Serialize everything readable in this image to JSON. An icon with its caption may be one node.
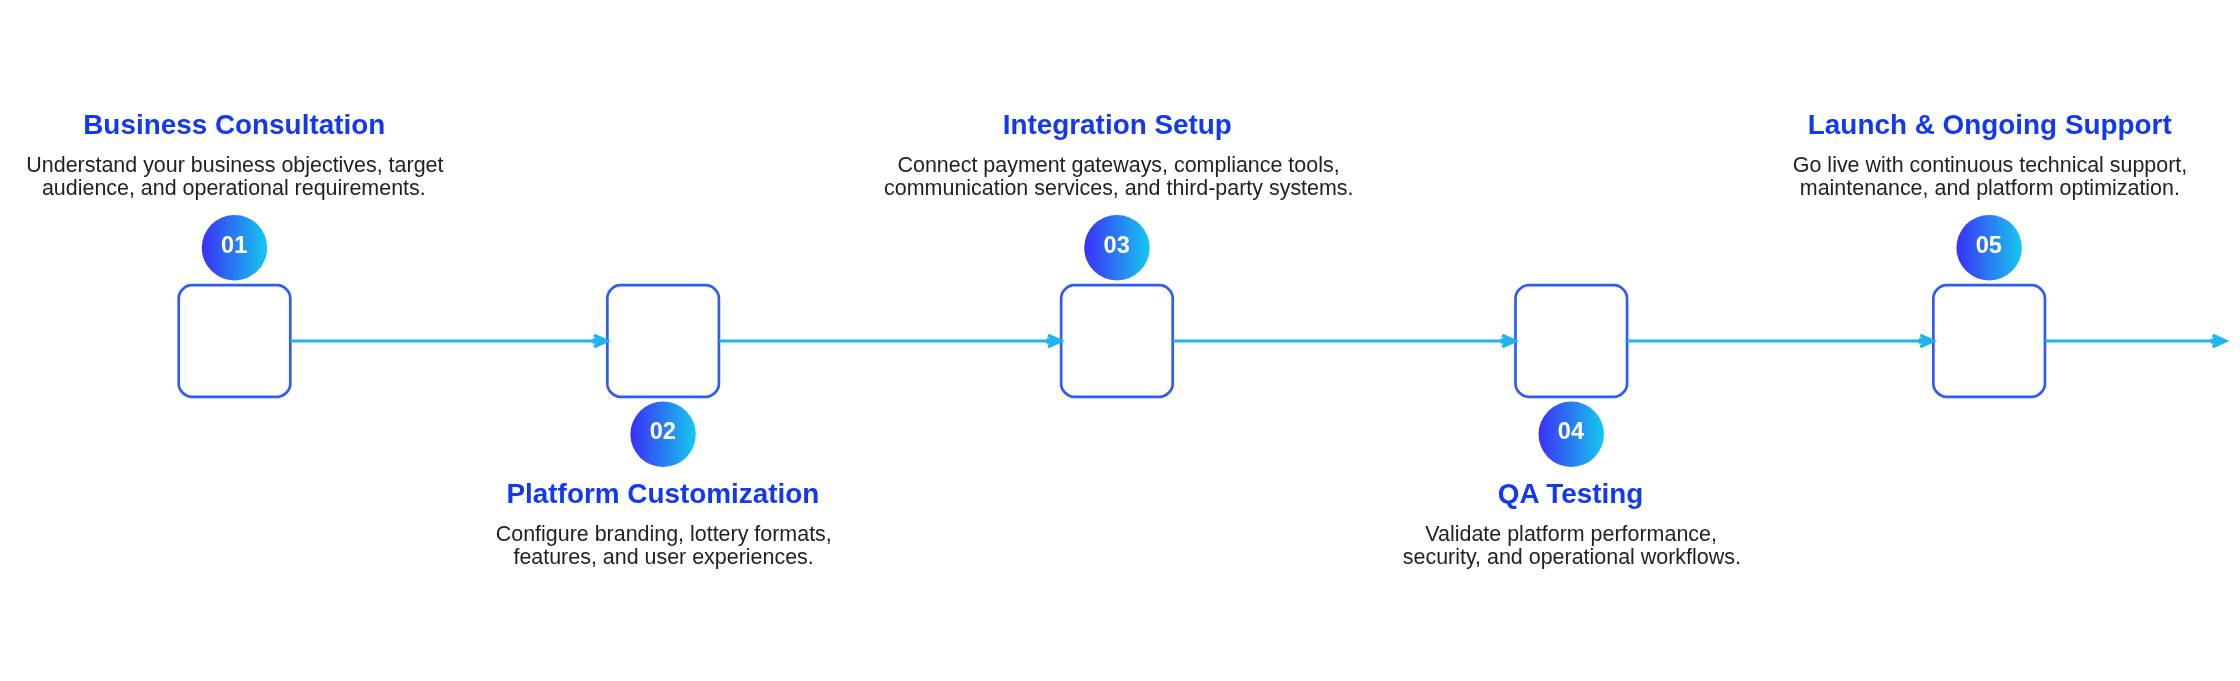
{
  "diagram": {
    "nodes": [
      {
        "text": [],
        "shape": "box",
        "beside": [
          "Business Consultation",
          "Understand your business objectives, target audience, and operational requirements."
        ]
      },
      {
        "text": [
          "01"
        ]
      },
      {
        "text": [],
        "shape": "box",
        "beside": [
          "Platform Customization",
          "Configure branding, lottery formats, features, and user experiences."
        ]
      },
      {
        "text": [
          "02"
        ]
      },
      {
        "text": [],
        "shape": "box",
        "beside": [
          "Integration Setup",
          "Connect payment gateways, compliance tools, communication services, and third-party systems."
        ]
      },
      {
        "text": [
          "03"
        ]
      },
      {
        "text": [],
        "shape": "box",
        "beside": [
          "QA Testing",
          "Validate platform performance, security, and operational workflows."
        ]
      },
      {
        "text": [
          "04"
        ]
      },
      {
        "text": [],
        "shape": "box",
        "beside": [
          "Launch & Ongoing Support",
          "Go live with continuous technical support, maintenance, and platform optimization."
        ]
      },
      {
        "text": [
          "05"
        ]
      }
    ],
    "edges": [
      {
        "from": 0,
        "to": 2,
        "arrow": "to"
      },
      {
        "from": 2,
        "to": 4,
        "arrow": "to"
      },
      {
        "from": 4,
        "to": 6,
        "arrow": "to"
      },
      {
        "from": 6,
        "to": 8,
        "arrow": "to"
      },
      {
        "from": 8,
        "to": null,
        "arrow": "to"
      }
    ]
  }
}
